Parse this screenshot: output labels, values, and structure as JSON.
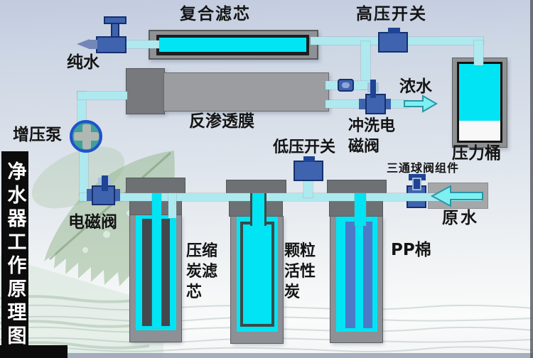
{
  "diagram_title": "净水器工作原理图",
  "labels": {
    "composite_filter": "复合滤芯",
    "high_pressure_switch": "高压开关",
    "pure_water": "纯水",
    "ro_membrane": "反渗透膜",
    "concentrated_water": "浓水",
    "flush_solenoid_line1": "冲洗电",
    "flush_solenoid_line2": "磁阀",
    "low_pressure_switch": "低压开关",
    "pressure_tank": "压力桶",
    "booster_pump": "增压泵",
    "solenoid_valve": "电磁阀",
    "three_way_ball_valve": "三通球阀组件",
    "raw_water": "原水",
    "pp_cotton": "PP棉",
    "compressed_carbon_lines": [
      "压缩",
      "炭滤",
      "芯"
    ],
    "granular_carbon_lines": [
      "颗粒",
      "活性",
      "炭"
    ]
  },
  "colors": {
    "pipe": "#ade9ef",
    "water_cyan": "#00e4f4",
    "component_blue": "#3f63ae",
    "component_blue_dark": "#16306e",
    "metal_gray": "#9b9da0",
    "cap_gray": "#6e7174",
    "stripe_dark": "#43484c",
    "stripe_blue": "#4a7ac8",
    "arrow_fill": "#7ef0f2",
    "arrow_stroke": "#2a96a6",
    "title_bg": "#0c0c0c",
    "title_fg": "#ffffff"
  }
}
